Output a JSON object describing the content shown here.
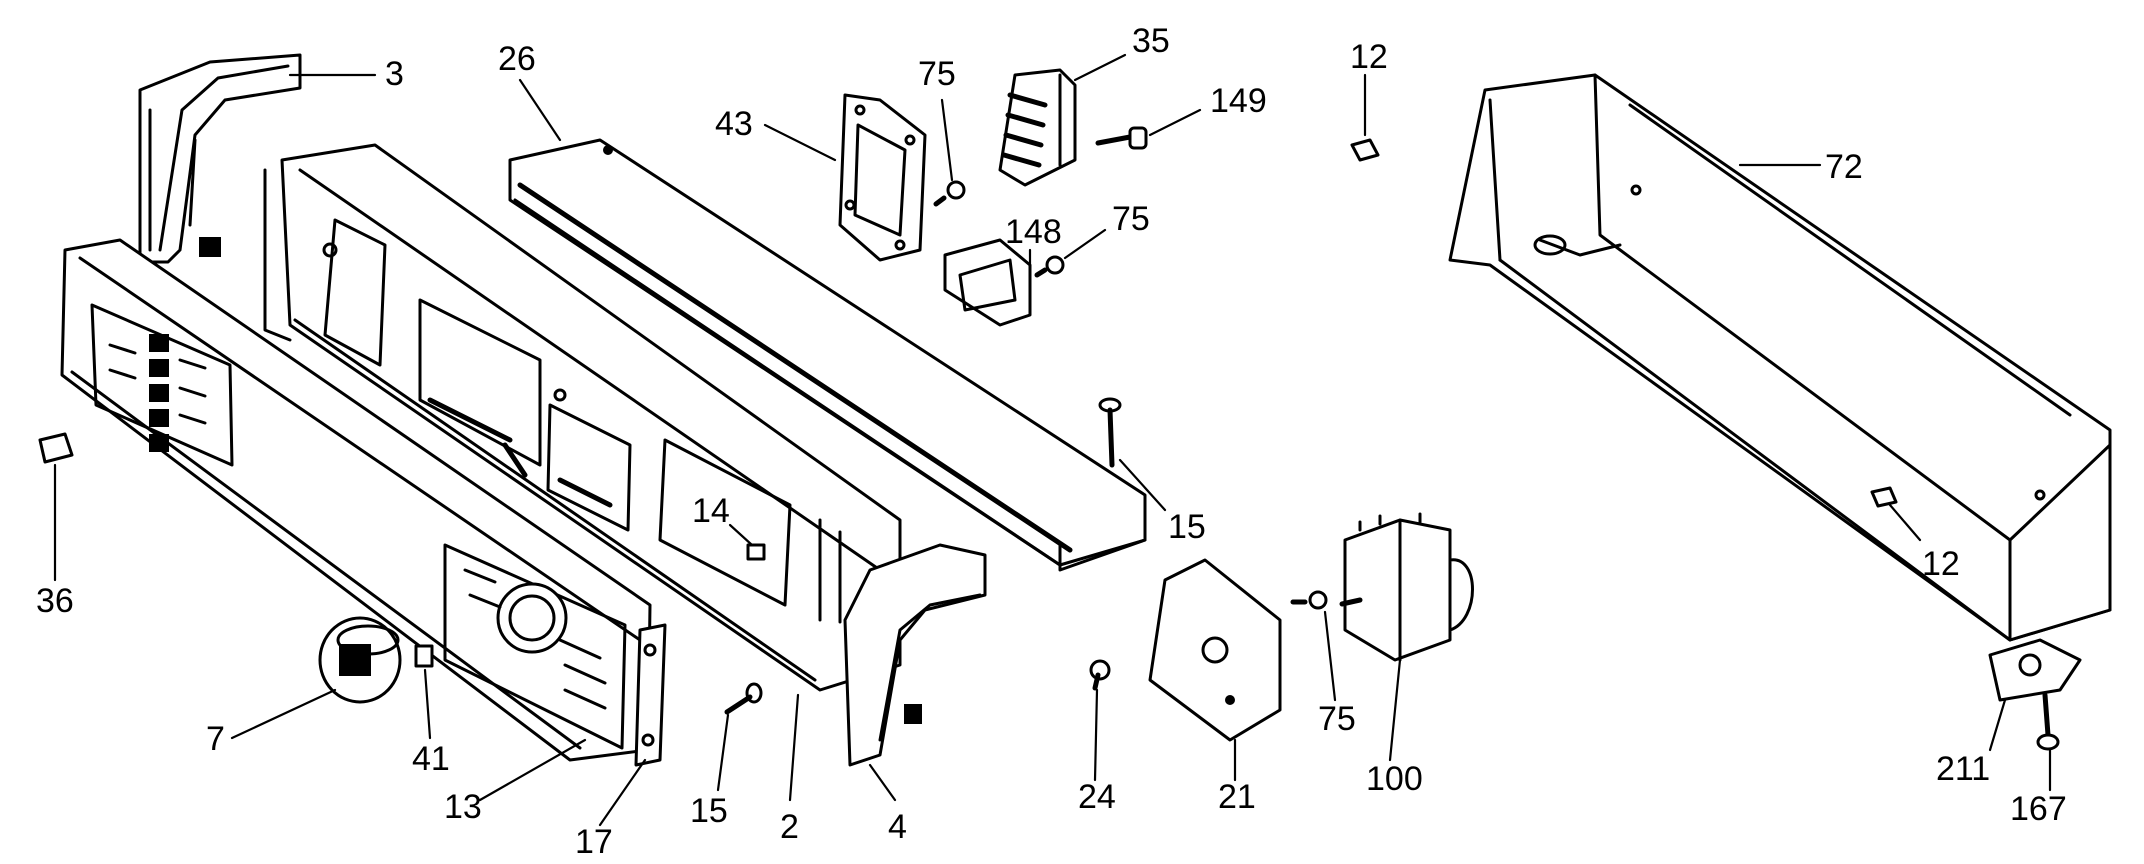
{
  "callouts": [
    {
      "id": "c3",
      "text": "3"
    },
    {
      "id": "c26",
      "text": "26"
    },
    {
      "id": "c43",
      "text": "43"
    },
    {
      "id": "c75a",
      "text": "75"
    },
    {
      "id": "c35",
      "text": "35"
    },
    {
      "id": "c149",
      "text": "149"
    },
    {
      "id": "c12a",
      "text": "12"
    },
    {
      "id": "c72",
      "text": "72"
    },
    {
      "id": "c148",
      "text": "148"
    },
    {
      "id": "c75b",
      "text": "75"
    },
    {
      "id": "c15a",
      "text": "15"
    },
    {
      "id": "c14",
      "text": "14"
    },
    {
      "id": "c36",
      "text": "36"
    },
    {
      "id": "c12b",
      "text": "12"
    },
    {
      "id": "c7",
      "text": "7"
    },
    {
      "id": "c41",
      "text": "41"
    },
    {
      "id": "c13",
      "text": "13"
    },
    {
      "id": "c17",
      "text": "17"
    },
    {
      "id": "c15b",
      "text": "15"
    },
    {
      "id": "c2",
      "text": "2"
    },
    {
      "id": "c4",
      "text": "4"
    },
    {
      "id": "c24",
      "text": "24"
    },
    {
      "id": "c21",
      "text": "21"
    },
    {
      "id": "c75c",
      "text": "75"
    },
    {
      "id": "c100",
      "text": "100"
    },
    {
      "id": "c211",
      "text": "211"
    },
    {
      "id": "c167",
      "text": "167"
    }
  ]
}
